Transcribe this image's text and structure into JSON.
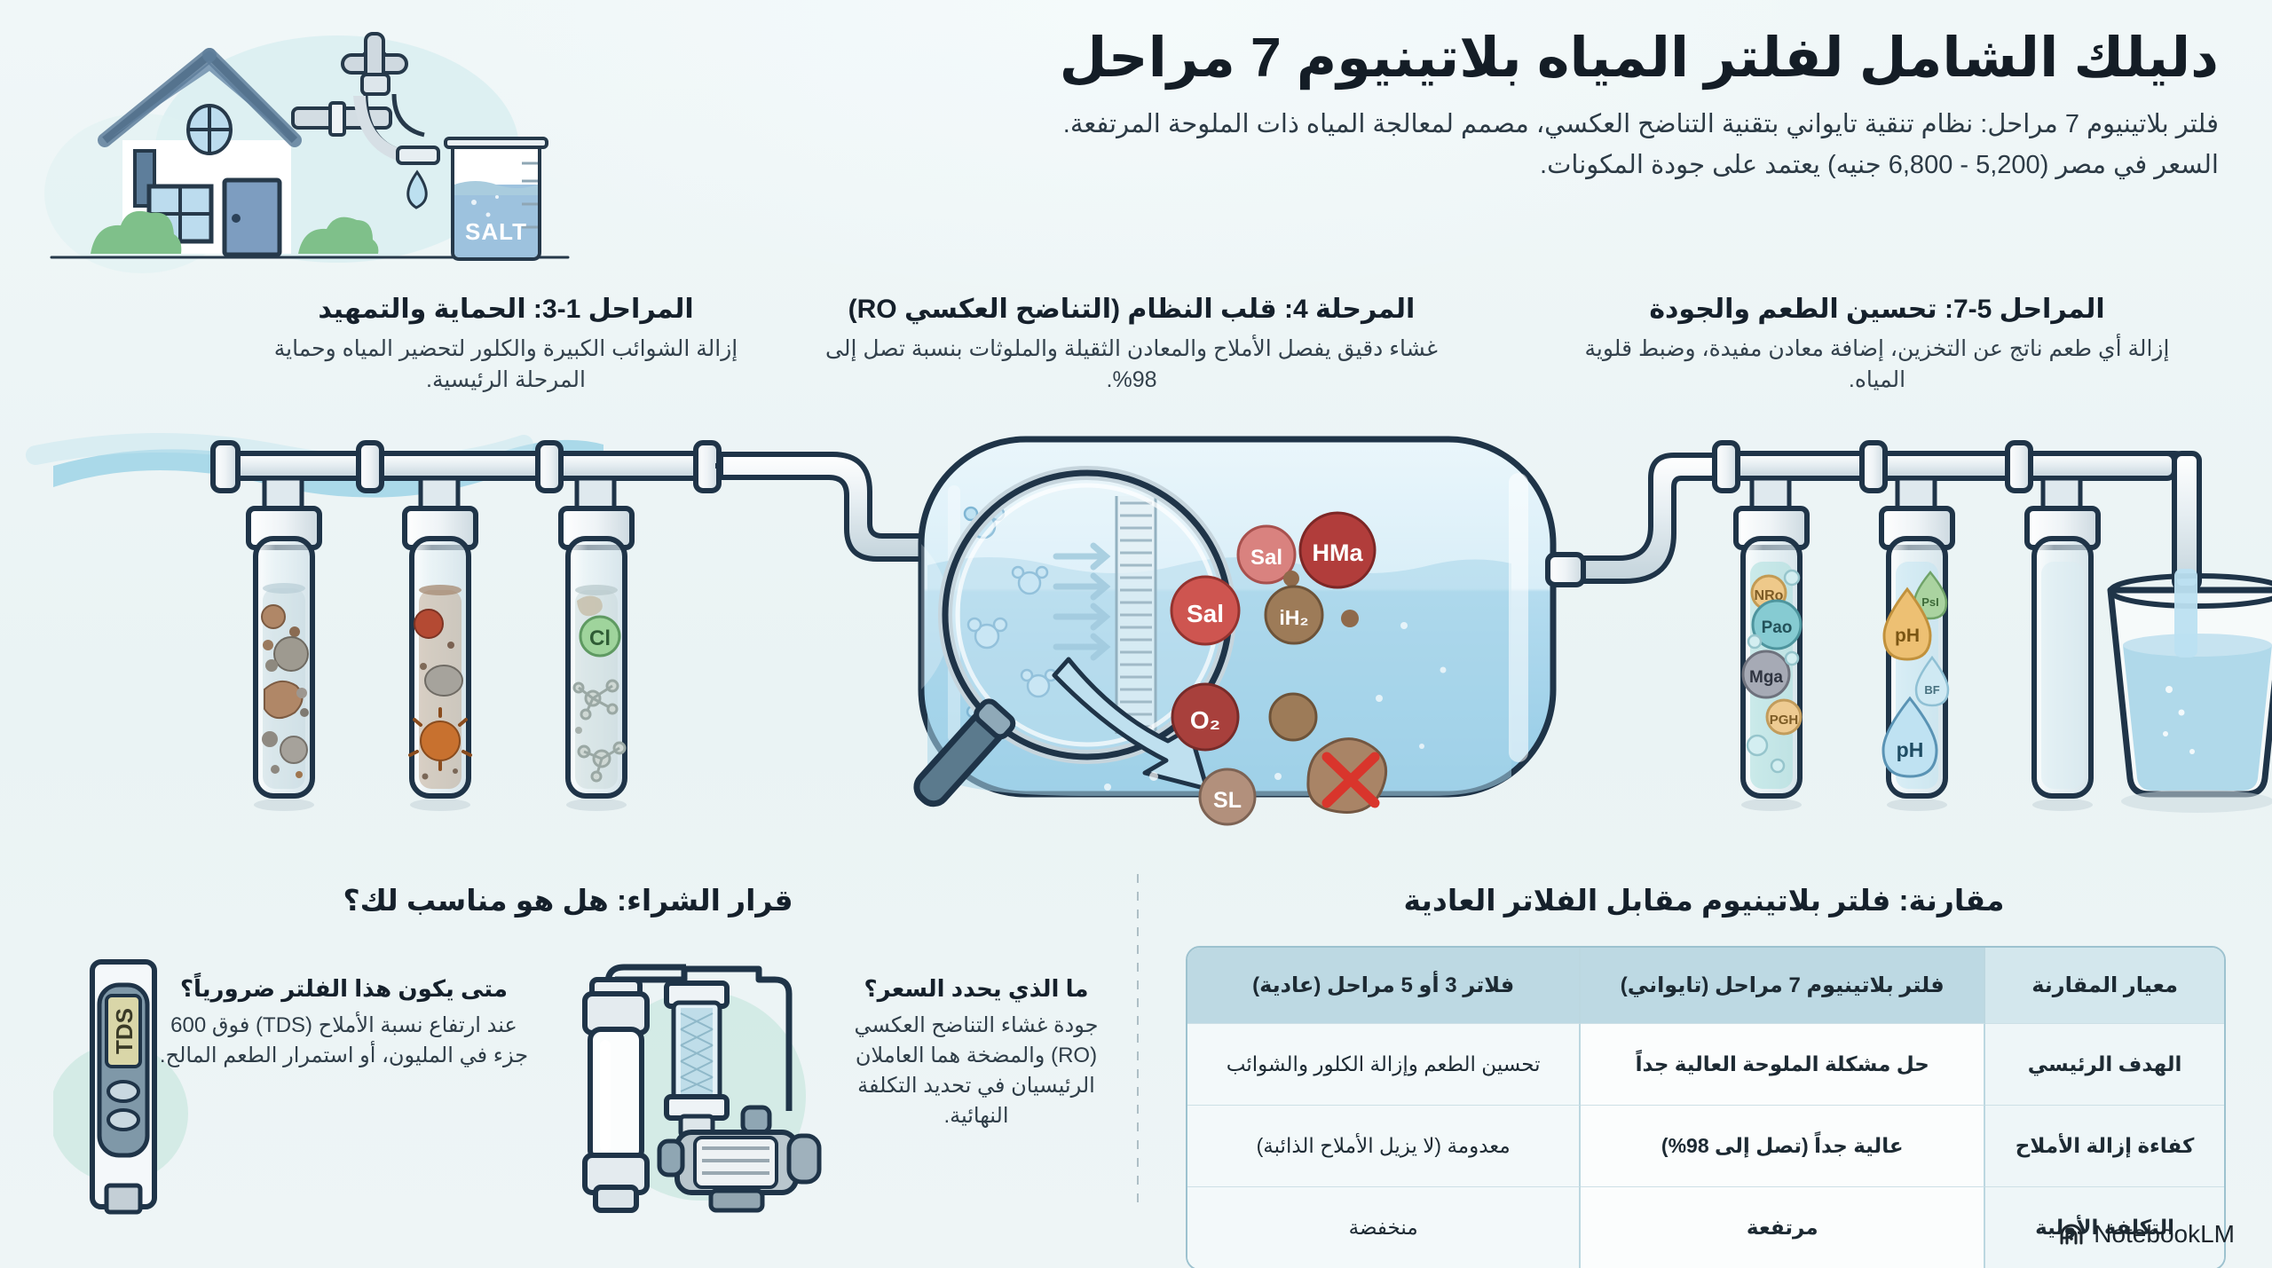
{
  "header": {
    "title": "دليلك الشامل لفلتر المياه بلاتينيوم 7 مراحل",
    "subtitle_line1": "فلتر بلاتينيوم 7 مراحل: نظام تنقية تايواني بتقنية التناضح العكسي، مصمم لمعالجة المياه ذات الملوحة المرتفعة.",
    "subtitle_line2": "السعر في مصر (5,200 - 6,800 جنيه) يعتمد على جودة المكونات.",
    "art": {
      "beaker_label": "SALT",
      "icons": [
        "house-icon",
        "faucet-icon",
        "water-drop-icon",
        "salt-beaker-icon",
        "bush-icon"
      ]
    }
  },
  "stages": [
    {
      "id": "stages-1-3",
      "heading": "المراحل 1-3: الحماية والتمهيد",
      "body": "إزالة الشوائب الكبيرة والكلور لتحضير المياه وحماية المرحلة الرئيسية.",
      "cartridge_labels": [
        "Cl"
      ]
    },
    {
      "id": "stage-4",
      "heading": "المرحلة 4: قلب النظام (التناضح العكسي RO)",
      "body": "غشاء دقيق يفصل الأملاح والمعادن الثقيلة والملوثات بنسبة تصل إلى 98%.",
      "molecule_labels": [
        "Sal",
        "HMa",
        "iH₂",
        "Sal",
        "O₂",
        "SL"
      ]
    },
    {
      "id": "stages-5-7",
      "heading": "المراحل 5-7: تحسين الطعم والجودة",
      "body": "إزالة أي طعم ناتج عن التخزين، إضافة معادن مفيدة، وضبط قلوية المياه.",
      "mineral_labels": [
        "NRo",
        "Pao",
        "Mga",
        "PGH"
      ],
      "ph_labels": [
        "pH",
        "PsI",
        "BF",
        "pH"
      ]
    }
  ],
  "buy_section": {
    "title": "قرار الشراء: هل هو مناسب لك؟",
    "cards": [
      {
        "heading": "متى يكون هذا الفلتر ضرورياً؟",
        "body": "عند ارتفاع نسبة الأملاح (TDS) فوق 600 جزء في المليون، أو استمرار الطعم المالح.",
        "art": "tds-meter-icon",
        "meter_display": "TDS"
      },
      {
        "heading": "ما الذي يحدد السعر؟",
        "body": "جودة غشاء التناضح العكسي (RO) والمضخة هما العاملان الرئيسيان في تحديد التكلفة النهائية.",
        "art": "ro-membrane-pump-icon"
      }
    ]
  },
  "comparison": {
    "title": "مقارنة: فلتر بلاتينيوم مقابل الفلاتر العادية",
    "columns": [
      "معيار المقارنة",
      "فلتر بلاتينيوم 7 مراحل (تايواني)",
      "فلاتر 3 أو 5 مراحل (عادية)"
    ],
    "rows": [
      {
        "criterion": "الهدف الرئيسي",
        "platinum": "حل مشكلة الملوحة العالية جداً",
        "ordinary": "تحسين الطعم وإزالة الكلور والشوائب"
      },
      {
        "criterion": "كفاءة إزالة الأملاح",
        "platinum": "عالية جداً (تصل إلى 98%)",
        "ordinary": "معدومة (لا يزيل الأملاح الذائبة)"
      },
      {
        "criterion": "التكلفة الأولية",
        "platinum": "مرتفعة",
        "ordinary": "منخفضة"
      }
    ]
  },
  "watermark": {
    "label": "NotebookLM"
  },
  "colors": {
    "background": "#eef5f6",
    "ink": "#15202b",
    "pipe_outline": "#1f3448",
    "water": "#a7d6ea",
    "table_header": "#bdd9e3",
    "accent_green": "#8fc98f",
    "accent_red": "#c4534f"
  }
}
